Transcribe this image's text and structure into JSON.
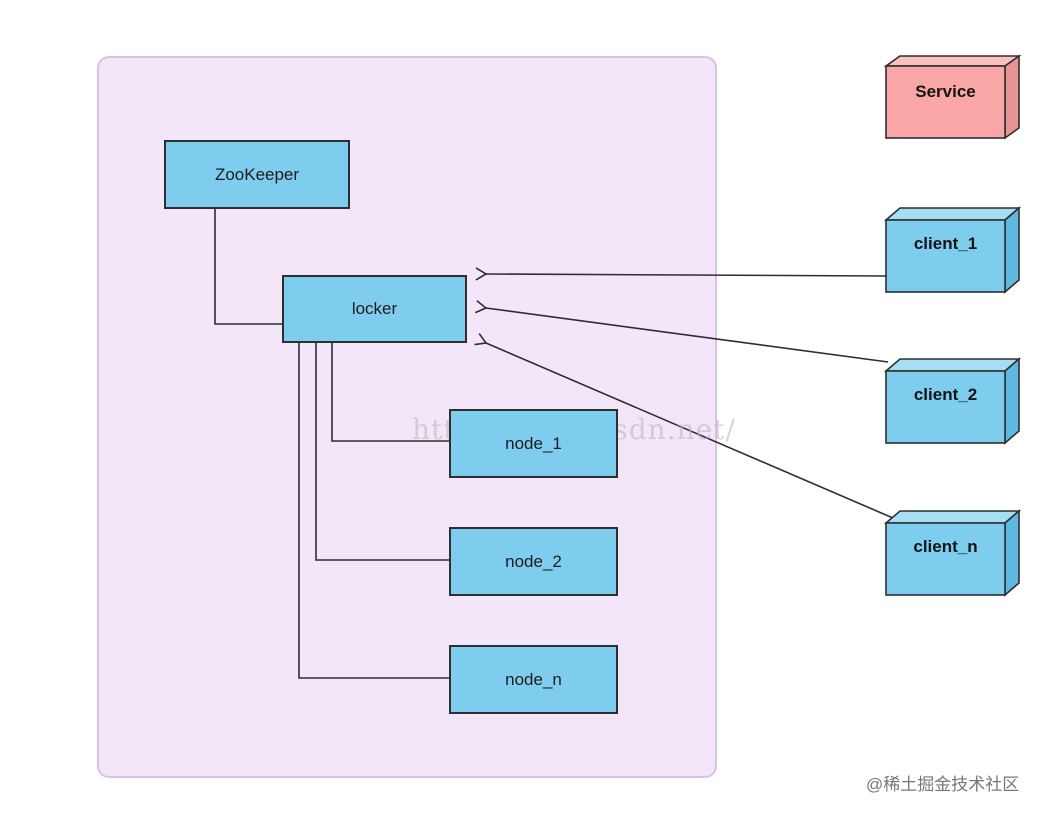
{
  "nodes": {
    "zookeeper": "ZooKeeper",
    "locker": "locker",
    "node_1": "node_1",
    "node_2": "node_2",
    "node_n": "node_n"
  },
  "legend": {
    "service": "Service",
    "client_1": "client_1",
    "client_2": "client_2",
    "client_n": "client_n"
  },
  "watermark": "https://blog.csdn.net/",
  "footer_mark": "@稀土掘金技术社区",
  "colors": {
    "container_fill": "#f3e6f8",
    "container_border": "#dcc0ea",
    "node_fill": "#7fcdee",
    "service_fill": "#f9a6a6",
    "client_fill": "#7fcdee",
    "line": "#2e2e2e"
  }
}
